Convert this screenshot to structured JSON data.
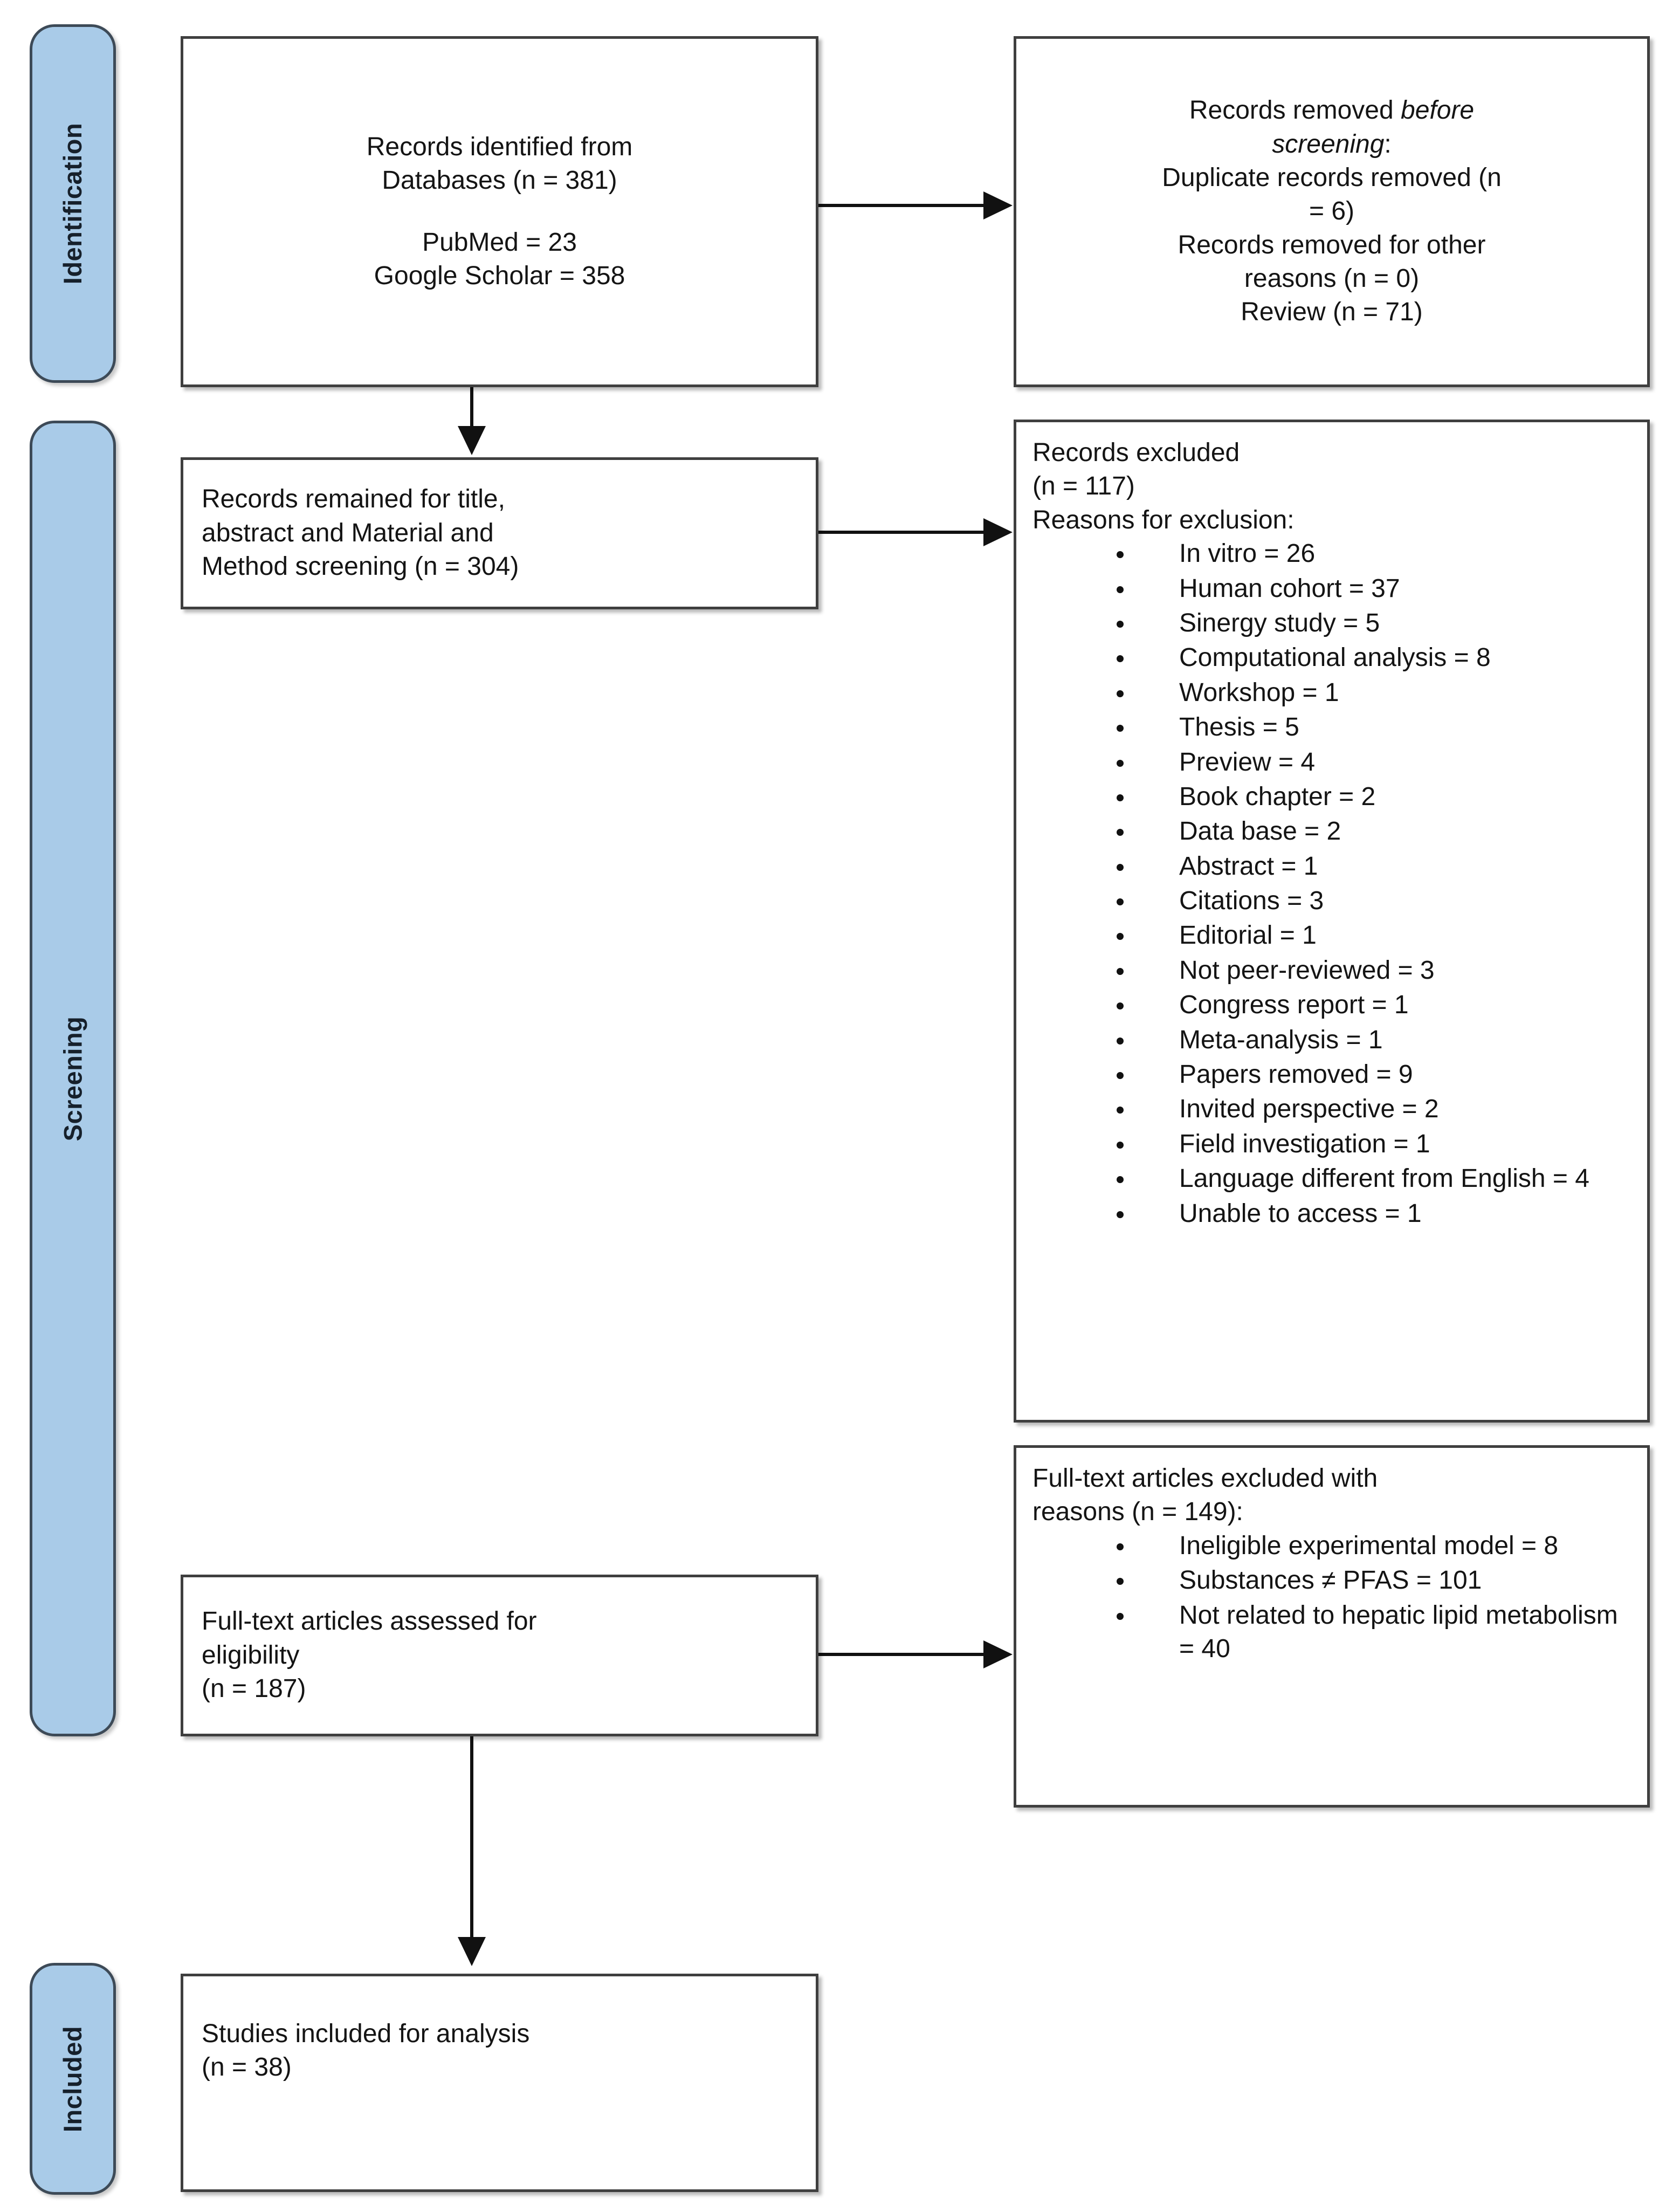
{
  "diagram": {
    "title": "PRISMA flow diagram",
    "accent_color": "#a9cbe8",
    "border_color": "#3f3f3f",
    "stages": [
      {
        "id": "identification",
        "label": "Identification"
      },
      {
        "id": "screening",
        "label": "Screening"
      },
      {
        "id": "included",
        "label": "Included"
      }
    ],
    "boxes": {
      "records_identified": {
        "line1": "Records identified from",
        "line2": "Databases (n = 381)",
        "line3": "PubMed = 23",
        "line4": "Google Scholar = 358"
      },
      "records_removed": {
        "line1_a": "Records removed ",
        "line1_b": "before",
        "line2_b": "screening",
        "line2_a": ":",
        "line3": "Duplicate records removed (n",
        "line4": "= 6)",
        "line5": "Records removed for other",
        "line6": "reasons (n = 0)",
        "line7": "Review (n = 71)"
      },
      "records_remained": {
        "line1": "Records remained for title,",
        "line2": "abstract and Material and",
        "line3": "Method screening (n = 304)"
      },
      "records_excluded": {
        "line1": "Records excluded",
        "line2": "(n = 117)",
        "line3": "Reasons for exclusion:",
        "reasons": [
          "In vitro = 26",
          "Human cohort = 37",
          "Sinergy study = 5",
          "Computational analysis = 8",
          "Workshop = 1",
          "Thesis = 5",
          "Preview = 4",
          "Book chapter = 2",
          "Data base = 2",
          "Abstract = 1",
          "Citations = 3",
          "Editorial = 1",
          "Not peer-reviewed = 3",
          "Congress report = 1",
          "Meta-analysis = 1",
          "Papers removed = 9",
          "Invited perspective = 2",
          "Field investigation = 1",
          "Language different from English = 4",
          "Unable to access = 1"
        ]
      },
      "fulltext_excluded": {
        "line1": "Full-text articles excluded with",
        "line2": "reasons (n = 149):",
        "reasons": [
          "Ineligible experimental model = 8",
          "Substances ≠ PFAS = 101",
          "Not related to hepatic lipid metabolism = 40"
        ]
      },
      "fulltext_assessed": {
        "line1": "Full-text articles assessed for",
        "line2": "eligibility",
        "line3": "(n = 187)"
      },
      "studies_included": {
        "line1": "Studies included for analysis",
        "line2": "(n = 38)"
      }
    }
  }
}
